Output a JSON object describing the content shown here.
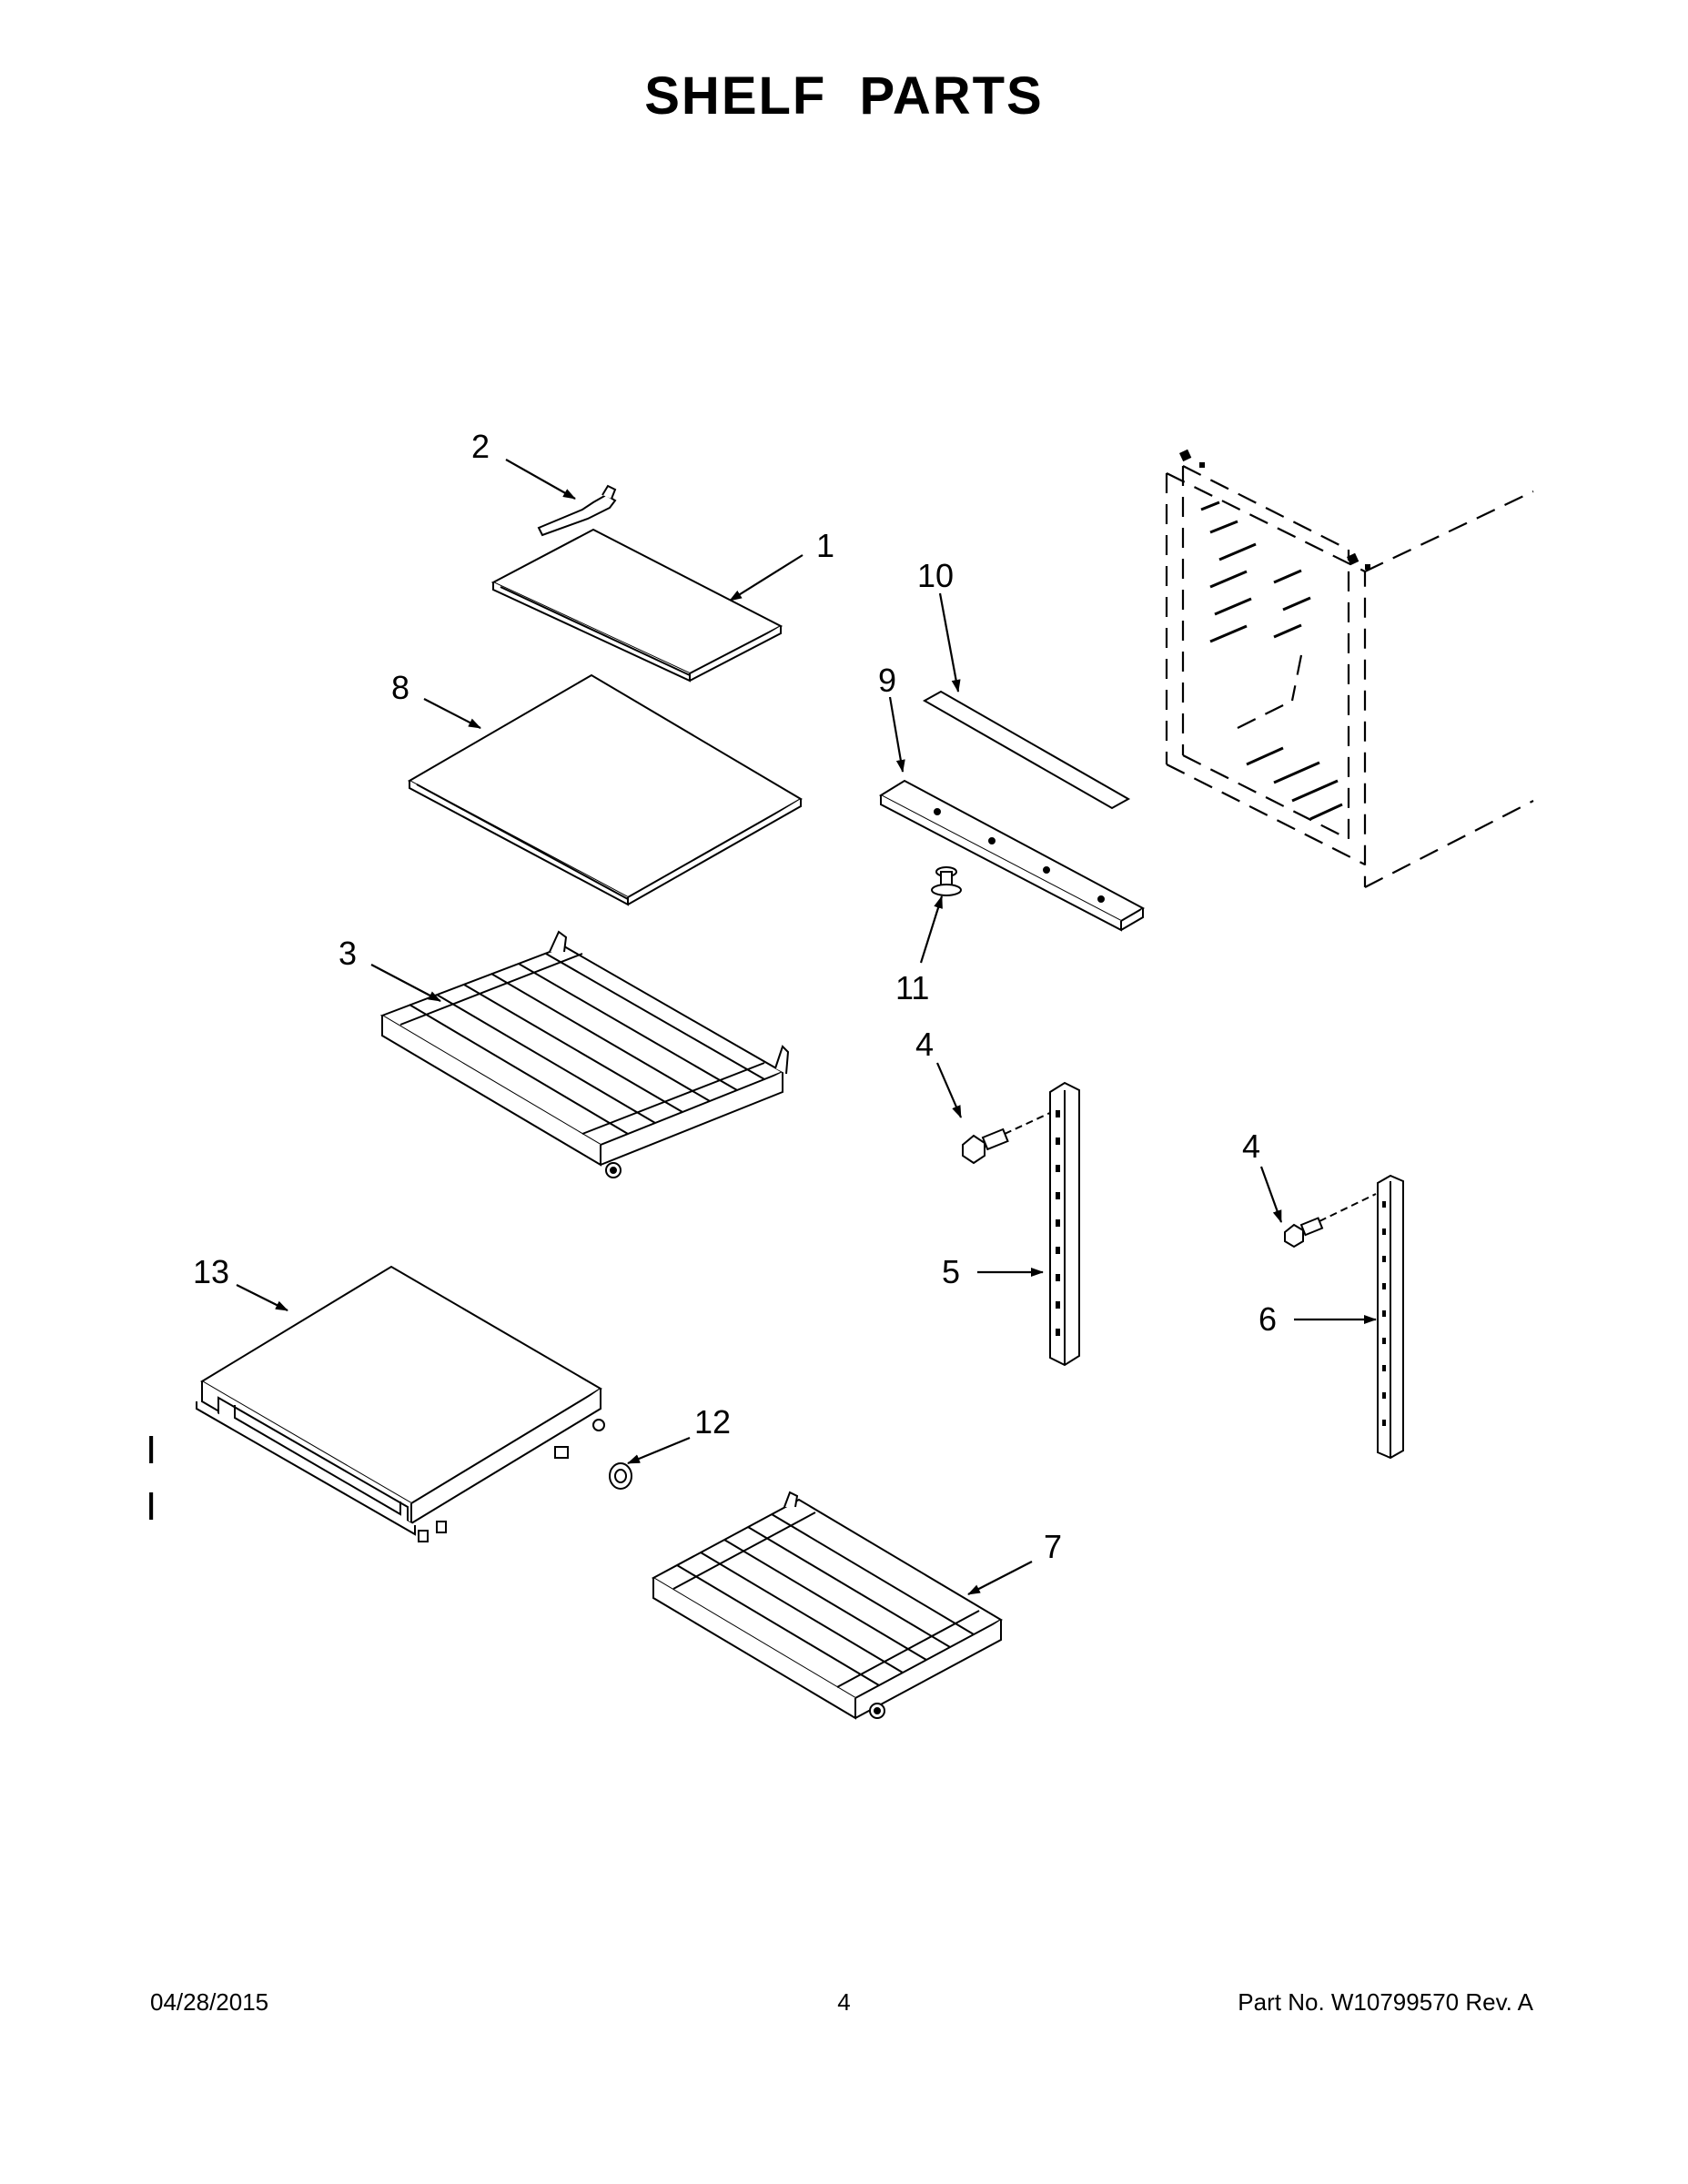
{
  "title": "SHELF  PARTS",
  "callouts": [
    {
      "id": "c2",
      "text": "2"
    },
    {
      "id": "c1",
      "text": "1"
    },
    {
      "id": "c10",
      "text": "10"
    },
    {
      "id": "c8",
      "text": "8"
    },
    {
      "id": "c9",
      "text": "9"
    },
    {
      "id": "c3",
      "text": "3"
    },
    {
      "id": "c11",
      "text": "11"
    },
    {
      "id": "c4a",
      "text": "4"
    },
    {
      "id": "c4b",
      "text": "4"
    },
    {
      "id": "c13",
      "text": "13"
    },
    {
      "id": "c5",
      "text": "5"
    },
    {
      "id": "c6",
      "text": "6"
    },
    {
      "id": "c12",
      "text": "12"
    },
    {
      "id": "c7",
      "text": "7"
    }
  ],
  "change_bars": [
    "I",
    "I"
  ],
  "footer": {
    "date": "04/28/2015",
    "page": "4",
    "part_number": "Part No.  W10799570  Rev.  A"
  }
}
